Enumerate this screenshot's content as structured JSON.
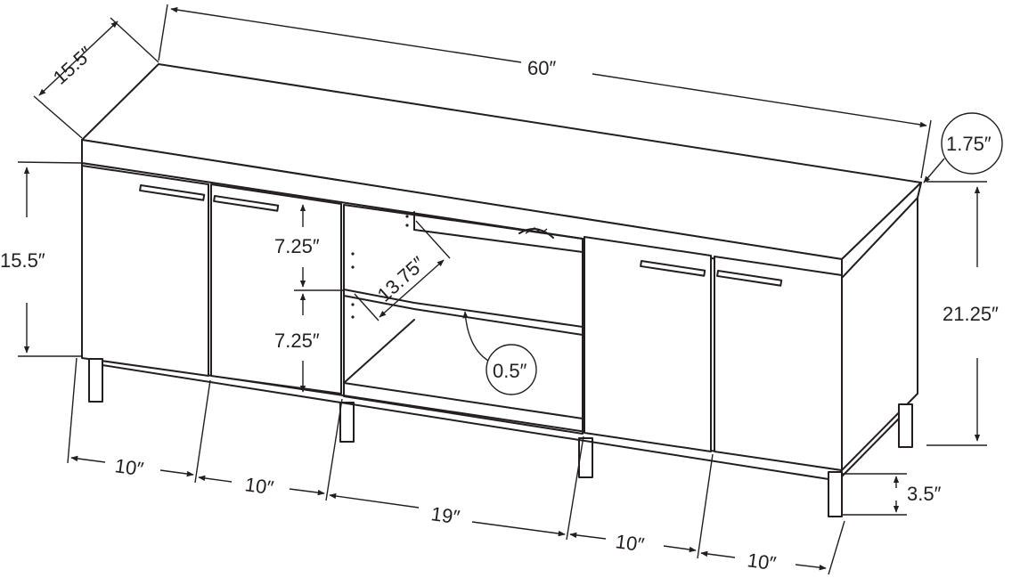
{
  "diagram": {
    "subject": "tv-stand-dimension-drawing",
    "labels": {
      "overall_width": "60″",
      "depth": "15.5″",
      "top_thickness": "1.75″",
      "cabinet_height": "15.5″",
      "overall_height": "21.25″",
      "upper_shelf_height": "7.25″",
      "lower_shelf_height": "7.25″",
      "shelf_depth": "13.75″",
      "shelf_thickness": "0.5″",
      "leg_height": "3.5″",
      "door_width_1": "10″",
      "door_width_2": "10″",
      "open_shelf_width": "19″",
      "door_width_3": "10″",
      "door_width_4": "10″"
    }
  }
}
